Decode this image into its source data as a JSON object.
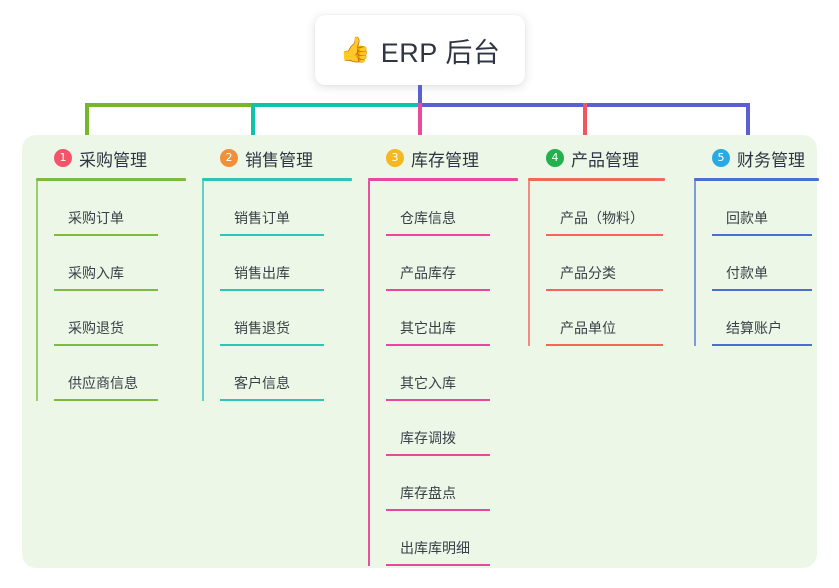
{
  "page": {
    "background": "#ffffff",
    "panel_background": "#edf7e7"
  },
  "root": {
    "icon": "thumbs-up-icon",
    "emoji": "👍",
    "title": "ERP 后台"
  },
  "connectors": {
    "root_stem_color": "#5b5fd0",
    "bar_segments": [
      {
        "color": "#76b72a"
      },
      {
        "color": "#0ec2ac"
      },
      {
        "color": "#5b5fd0"
      }
    ],
    "drops": [
      "#76b72a",
      "#0ec2ac",
      "#ea4c9a",
      "#f4545c",
      "#5b5fd0"
    ]
  },
  "columns": [
    {
      "number": "1",
      "badge_color": "#f4546a",
      "title": "采购管理",
      "line_color": "#7cbb3f",
      "spine_color": "#9dcc6b",
      "items": [
        {
          "label": "采购订单"
        },
        {
          "label": "采购入库"
        },
        {
          "label": "采购退货"
        },
        {
          "label": "供应商信息"
        }
      ]
    },
    {
      "number": "2",
      "badge_color": "#f0913a",
      "title": "销售管理",
      "line_color": "#2ec4b6",
      "spine_color": "#5fd2c7",
      "items": [
        {
          "label": "销售订单"
        },
        {
          "label": "销售出库"
        },
        {
          "label": "销售退货"
        },
        {
          "label": "客户信息"
        }
      ]
    },
    {
      "number": "3",
      "badge_color": "#f5b722",
      "title": "库存管理",
      "line_color": "#e8479b",
      "spine_color": "#e6509e",
      "items": [
        {
          "label": "仓库信息"
        },
        {
          "label": "产品库存"
        },
        {
          "label": "其它出库"
        },
        {
          "label": "其它入库"
        },
        {
          "label": "库存调拨"
        },
        {
          "label": "库存盘点"
        },
        {
          "label": "出库库明细"
        }
      ]
    },
    {
      "number": "4",
      "badge_color": "#22b14c",
      "title": "产品管理",
      "line_color": "#f4665c",
      "spine_color": "#f4897f",
      "items": [
        {
          "label": "产品（物料）"
        },
        {
          "label": "产品分类"
        },
        {
          "label": "产品单位"
        }
      ]
    },
    {
      "number": "5",
      "badge_color": "#29abe2",
      "title": "财务管理",
      "line_color": "#4a6fd1",
      "spine_color": "#7f9ad8",
      "items": [
        {
          "label": "回款单"
        },
        {
          "label": "付款单"
        },
        {
          "label": "结算账户"
        }
      ]
    }
  ]
}
